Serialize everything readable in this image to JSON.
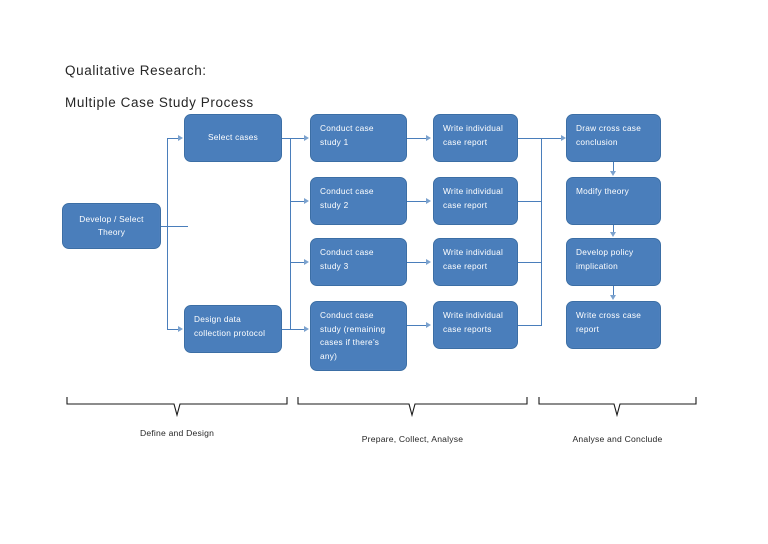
{
  "document": {
    "title_line1": "Qualitative Research:",
    "title_line2": "Multiple Case Study Process"
  },
  "diagram": {
    "accent_color": "#4a7ebb",
    "border_color": "#3b6ea5",
    "arrow_color": "#7ba2ce",
    "text_color": "#ffffff",
    "label_color": "#262626",
    "type": "flowchart",
    "nodes": [
      {
        "id": "theory",
        "label": "Develop / Select Theory",
        "align": "center"
      },
      {
        "id": "select-cases",
        "label": "Select cases",
        "align": "center"
      },
      {
        "id": "design-data",
        "label": "Design data collection protocol",
        "align": "left"
      },
      {
        "id": "case-1",
        "label": "Conduct case study 1",
        "align": "left"
      },
      {
        "id": "case-2",
        "label": "Conduct case study 2",
        "align": "left"
      },
      {
        "id": "case-3",
        "label": "Conduct case study 3",
        "align": "left"
      },
      {
        "id": "case-rest",
        "label": "Conduct case study (remaining cases if there’s any)",
        "align": "left"
      },
      {
        "id": "report-1",
        "label": "Write individual case report",
        "align": "left"
      },
      {
        "id": "report-2",
        "label": "Write individual case report",
        "align": "left"
      },
      {
        "id": "report-3",
        "label": "Write individual case report",
        "align": "left"
      },
      {
        "id": "report-rest",
        "label": "Write individual case reports",
        "align": "left"
      },
      {
        "id": "cross-concl",
        "label": "Draw cross case conclusion",
        "align": "left"
      },
      {
        "id": "modify-theory",
        "label": "Modify theory",
        "align": "left"
      },
      {
        "id": "policy",
        "label": "Develop policy implication",
        "align": "left"
      },
      {
        "id": "cross-report",
        "label": "Write cross case report",
        "align": "left"
      }
    ],
    "phases": [
      {
        "id": "define-design",
        "label": "Define and Design"
      },
      {
        "id": "prepare-collect",
        "label": "Prepare, Collect, Analyse"
      },
      {
        "id": "analyse-conclude",
        "label": "Analyse and Conclude"
      }
    ]
  }
}
